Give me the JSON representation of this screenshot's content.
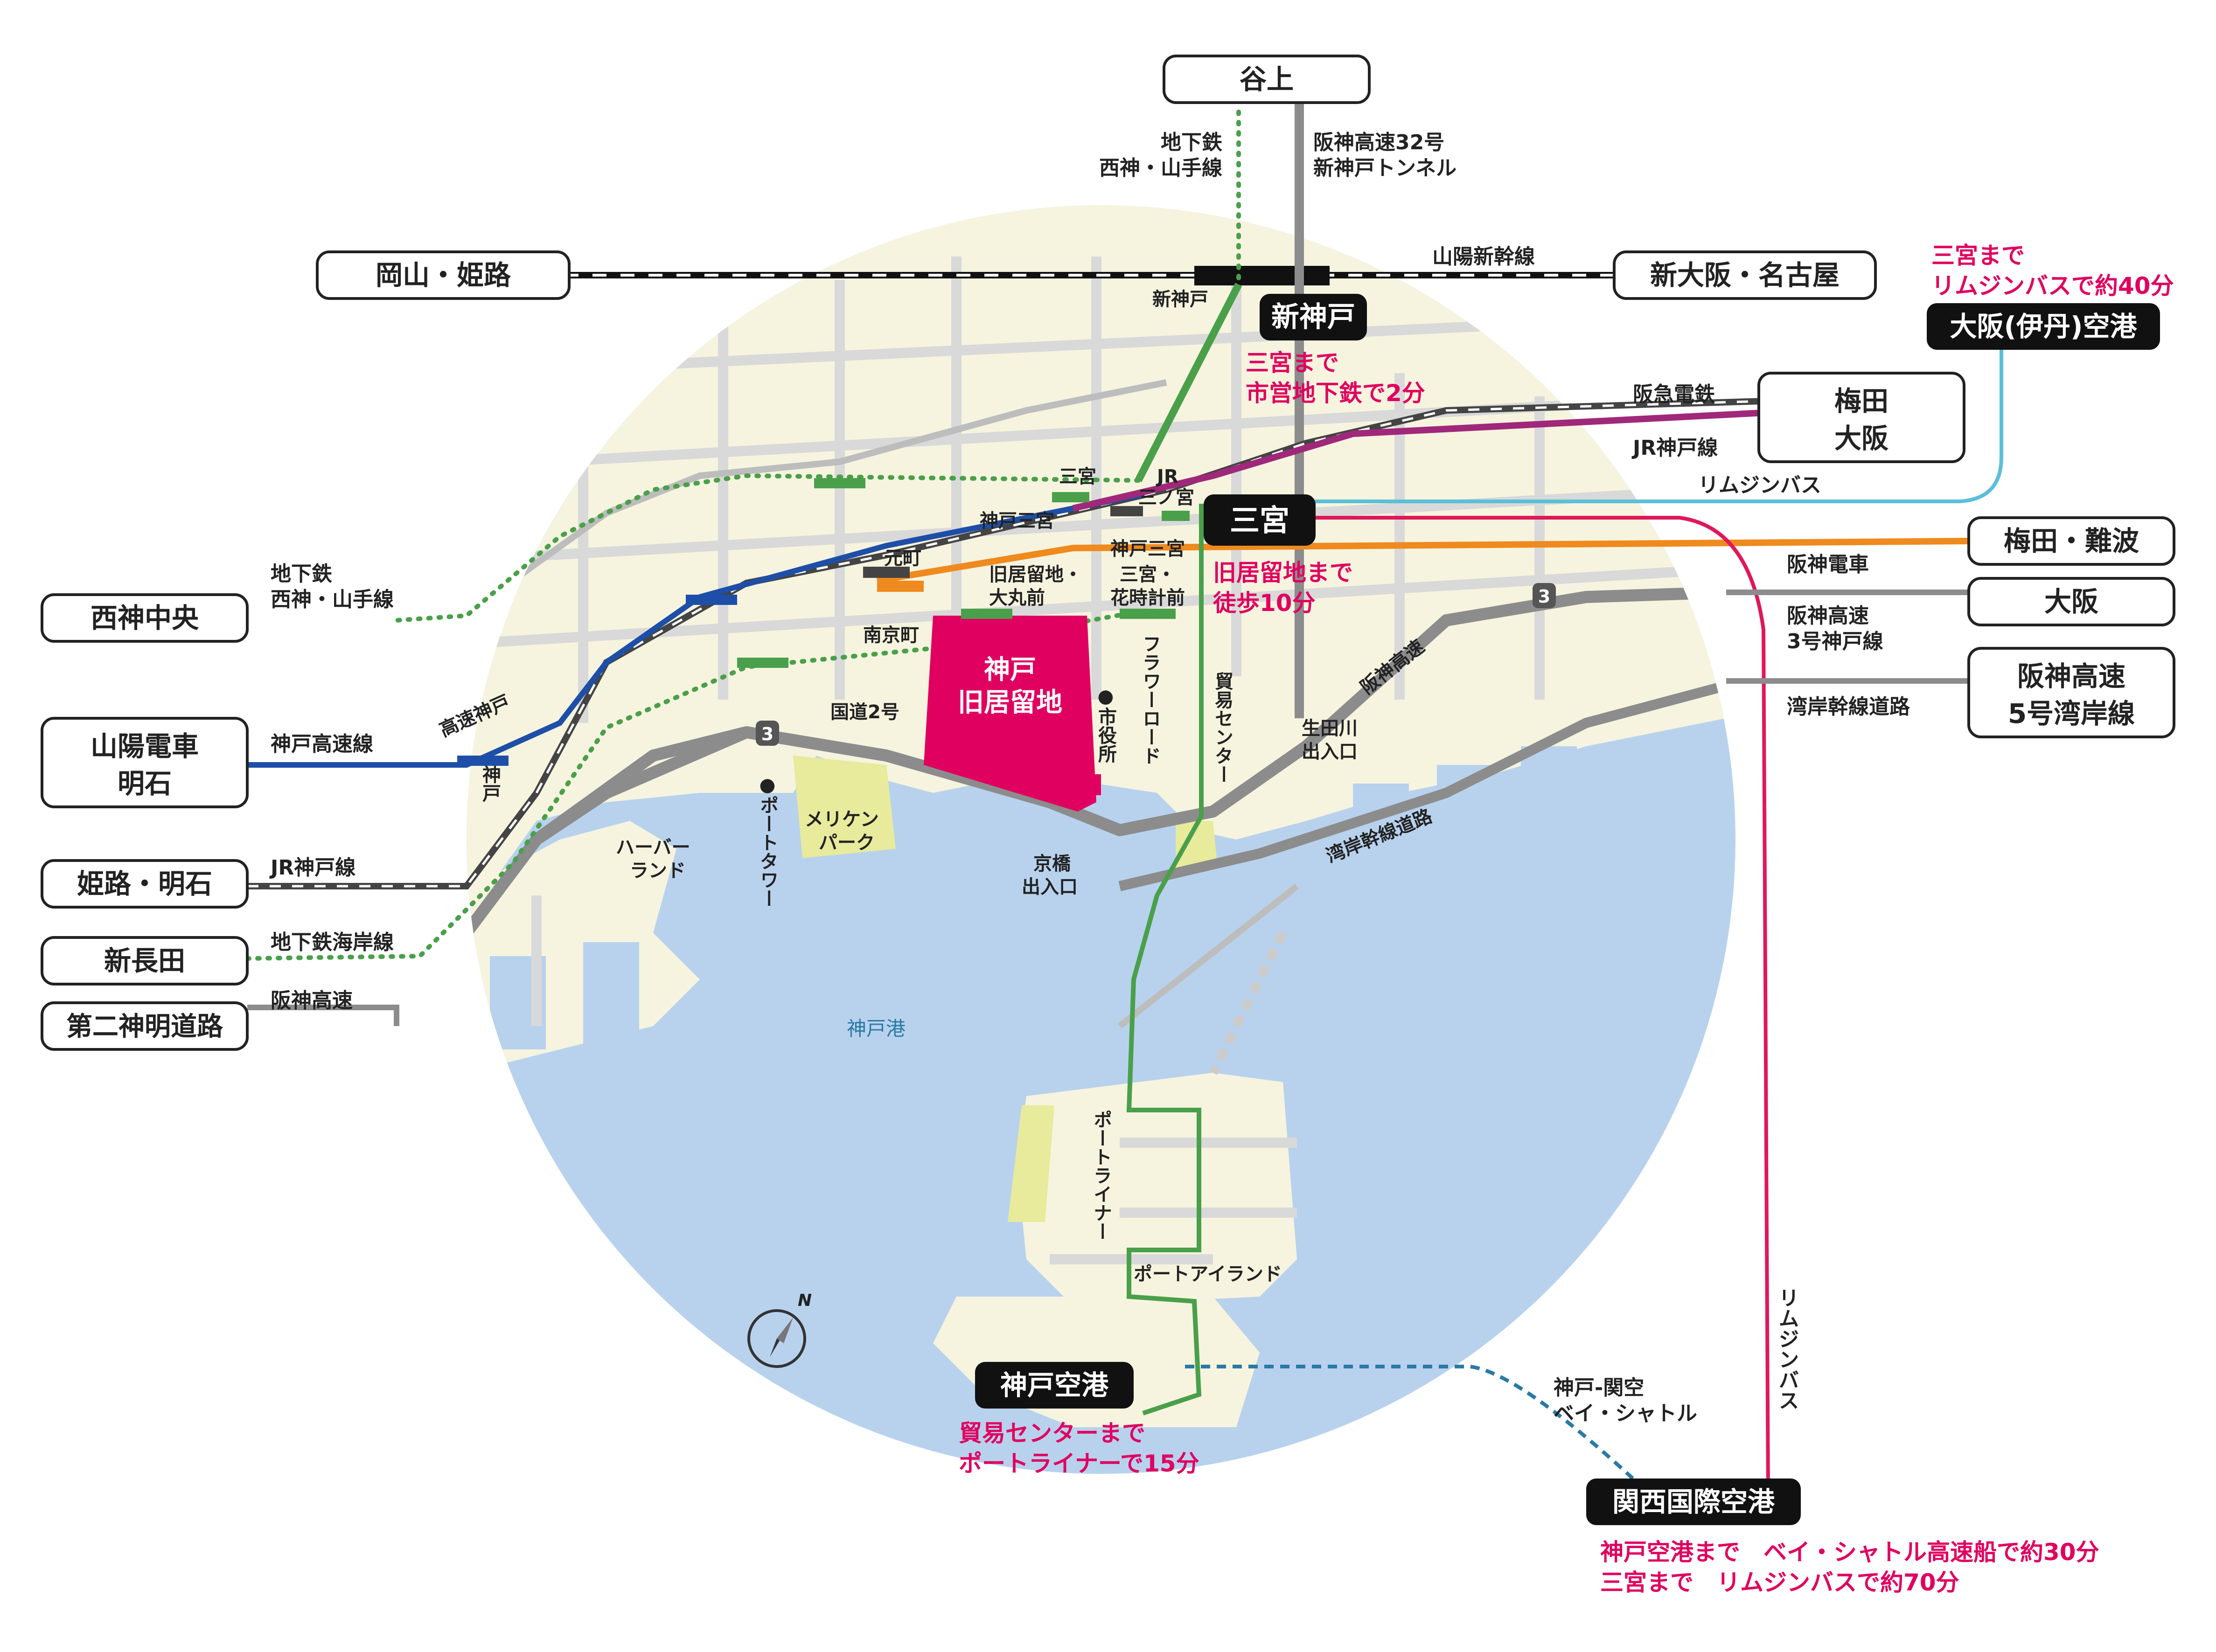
{
  "colors": {
    "water": "#b8d2ee",
    "land": "#f6f4df",
    "road": "#d9d9d9",
    "expressway": "#8c8c8c",
    "subway": "#4aa04a",
    "portliner": "#4aa04a",
    "jr": "#444444",
    "sanyo": "#1e4fa8",
    "hankyu": "#a0287a",
    "hanshin": "#ef8a1e",
    "limousine_kix": "#e0175a",
    "limousine_itami": "#5bbfd8",
    "settlement": "#e0005f",
    "park": "#e8ea9c",
    "shuttle": "#2a7aa5"
  },
  "destinations": {
    "tanigami": "谷上",
    "okayama_himeji": "岡山・姫路",
    "shinosaka_nagoya": "新大阪・名古屋",
    "umeda_osaka_1": "梅田",
    "umeda_osaka_2": "大阪",
    "umeda_namba": "梅田・難波",
    "osaka": "大阪",
    "hanshin5_1": "阪神高速",
    "hanshin5_2": "5号湾岸線",
    "seishin": "西神中央",
    "sanyo_akashi_1": "山陽電車",
    "sanyo_akashi_2": "明石",
    "himeji_akashi": "姫路・明石",
    "shinnagata": "新長田",
    "daini_shinmei": "第二神明道路"
  },
  "hubs": {
    "shinkobe": "新神戸",
    "sannomiya": "三宮",
    "itami": "大阪(伊丹)空港",
    "kobe_airport": "神戸空港",
    "kix": "関西国際空港"
  },
  "notes": {
    "shinkobe_1": "三宮まで",
    "shinkobe_2": "市営地下鉄で2分",
    "itami_1": "三宮まで",
    "itami_2": "リムジンバスで約40分",
    "sannomiya_1": "旧居留地まで",
    "sannomiya_2": "徒歩10分",
    "kobe_airport_1": "貿易センターまで",
    "kobe_airport_2": "ポートライナーで15分",
    "kix_1": "神戸空港まで　ベイ・シャトル高速船で約30分",
    "kix_2": "三宮まで　リムジンバスで約70分"
  },
  "line_labels": {
    "subway_seishin_top_1": "地下鉄",
    "subway_seishin_top_2": "西神・山手線",
    "hanshin32_1": "阪神高速32号",
    "hanshin32_2": "新神戸トンネル",
    "sanyo_shinkansen": "山陽新幹線",
    "hankyu": "阪急電鉄",
    "jr_kobe_east": "JR神戸線",
    "limousine_itami": "リムジンバス",
    "hanshin_densha": "阪神電車",
    "hanshin3_1": "阪神高速",
    "hanshin3_2": "3号神戸線",
    "wangan_road": "湾岸幹線道路",
    "subway_seishin_west_1": "地下鉄",
    "subway_seishin_west_2": "西神・山手線",
    "kobe_kosoku": "神戸高速線",
    "jr_kobe_west": "JR神戸線",
    "subway_kaigan": "地下鉄海岸線",
    "hanshin_kosoku": "阪神高速",
    "kobe_kanku_1": "神戸-関空",
    "kobe_kanku_2": "ベイ・シャトル",
    "limousine_kix": "リムジンバス",
    "expressway_no": "3"
  },
  "map_labels": {
    "shinkobe_st": "新神戸",
    "sannomiya_sub": "三宮",
    "jr_sannomiya_1": "JR",
    "jr_sannomiya_2": "三ノ宮",
    "kobe_sannomiya": "神戸三宮",
    "motomachi": "元町",
    "kyukyoryuchi_daimaru_1": "旧居留地・",
    "kyukyoryuchi_daimaru_2": "大丸前",
    "sannomiya_hanadokei_1": "神戸三宮",
    "sannomiya_hanadokei_2": "三宮・",
    "sannomiya_hanadokei_3": "花時計前",
    "nankinmachi": "南京町",
    "settlement_1": "神戸",
    "settlement_2": "旧居留地",
    "kosoku_kobe": "高速神戸",
    "kobe_st": "神戸",
    "route2": "国道2号",
    "shiyakusho": "●市役所",
    "flower_road": "フラワーロード",
    "boeki_center": "貿易センター",
    "ikutagawa_1": "生田川",
    "ikutagawa_2": "出入口",
    "hanshin_kosoku_map": "阪神高速",
    "harborland_1": "ハーバー",
    "harborland_2": "ランド",
    "port_tower": "●ポートタワー",
    "meriken_1": "メリケン",
    "meriken_2": "パーク",
    "kyobashi_1": "京橋",
    "kyobashi_2": "出入口",
    "wangan_map": "湾岸幹線道路",
    "kobe_port": "神戸港",
    "portliner": "ポートライナー",
    "port_island": "ポートアイランド",
    "north": "N"
  }
}
